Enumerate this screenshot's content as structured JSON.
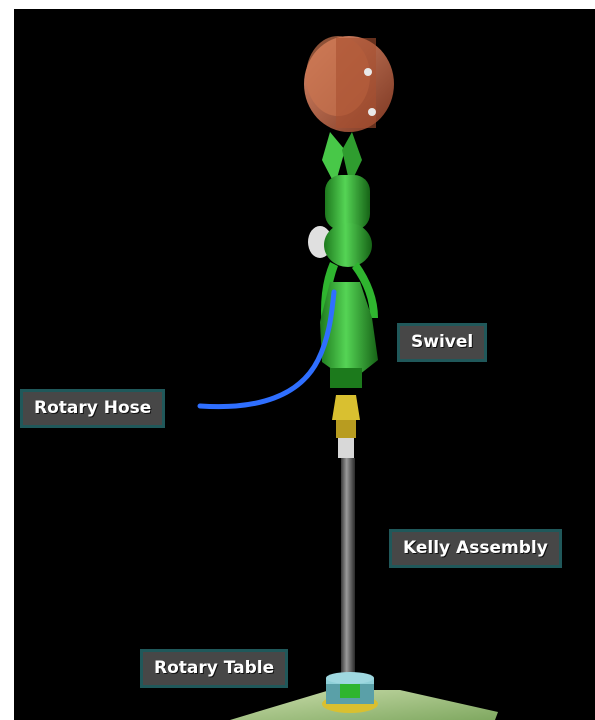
{
  "labels": {
    "swivel": "Swivel",
    "rotary_hose": "Rotary Hose",
    "kelly_assembly": "Kelly Assembly",
    "rotary_table": "Rotary Table"
  },
  "colors": {
    "background": "#000000",
    "label_fill": "#474747",
    "label_border": "#20585a",
    "swivel_green": "#2fb52f",
    "hose_blue": "#2f6fff",
    "sheave_copper": "#b55a3a",
    "kelly_yellow": "#d9c030",
    "kelly_gray": "#6f6f6f",
    "floor_green": "#a9c98a"
  }
}
